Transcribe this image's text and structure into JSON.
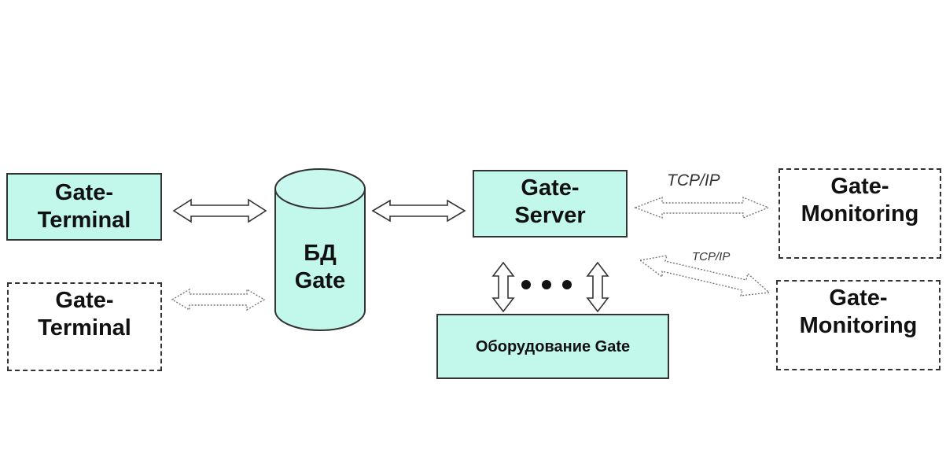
{
  "nodes": {
    "terminal_1": {
      "line1": "Gate-",
      "line2": "Terminal",
      "style": "solid"
    },
    "terminal_2": {
      "line1": "Gate-",
      "line2": "Terminal",
      "style": "dashed"
    },
    "database": {
      "line1": "БД",
      "line2": "Gate"
    },
    "server": {
      "line1": "Gate-",
      "line2": "Server",
      "style": "solid"
    },
    "equipment": {
      "label": "Оборудование Gate",
      "style": "solid"
    },
    "monitoring_1": {
      "line1": "Gate-",
      "line2": "Monitoring",
      "style": "dashed"
    },
    "monitoring_2": {
      "line1": "Gate-",
      "line2": "Monitoring",
      "style": "dashed"
    }
  },
  "edges": {
    "tcp_label_1": "TCP/IP",
    "tcp_label_2": "TCP/IP"
  },
  "colors": {
    "fill": "#c2f7ec",
    "border": "#333333"
  }
}
